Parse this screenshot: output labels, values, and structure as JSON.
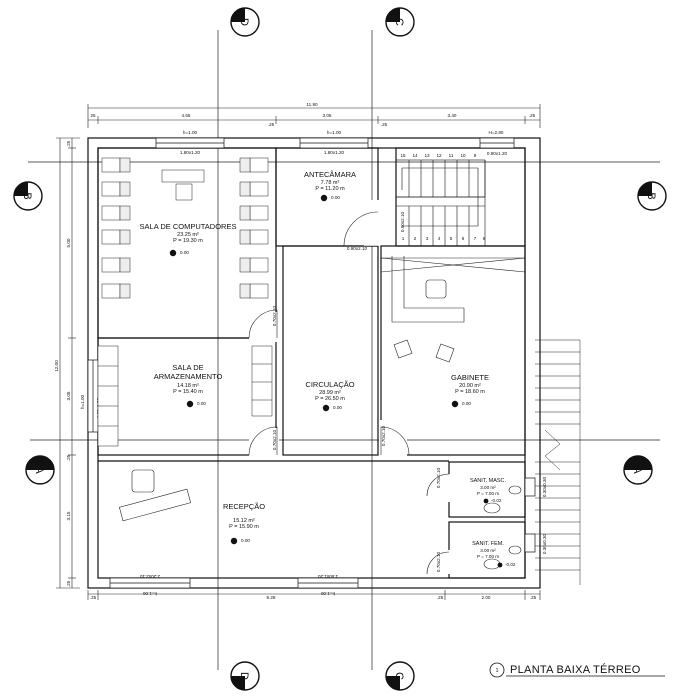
{
  "dimensions": {
    "total_width": "11.90",
    "top_segments": [
      "4.65",
      "3.05",
      "3.40"
    ],
    "top_edges": [
      "25",
      ".25",
      ".25",
      ".25"
    ],
    "left_height": "12.00",
    "left_segments": [
      "5.00",
      "3.05",
      "3.15"
    ],
    "left_edges": [
      ".25",
      ".25",
      ".25"
    ],
    "bottom_segments": [
      "9.28",
      "2.00"
    ],
    "bottom_edges": [
      ".25",
      ".25",
      ".25"
    ]
  },
  "openings": {
    "h_top_1": "h=1.00",
    "h_top_2": "h=1.00",
    "h_stair": "H=2.80",
    "win_comp": "1.80x1.20",
    "win_ante": "1.80x1.20",
    "win_stair": "0.90x1.20",
    "door_ante": "0.90x2.10",
    "door_stair": "0.90x2.10",
    "door_comp": "0.70x2.10",
    "door_arm": "0.70x2.10",
    "door_gab": "0.70x2.10",
    "door_san1": "0.70x2.10",
    "door_san2": "0.70x2.10",
    "win_arm": "1.00x1.20",
    "h_arm": "h=1.00",
    "win_recep_bottom": "2.20x2.10",
    "h_recep_bottom": "h=1.00",
    "door_recep_bottom": "1.50x1.20",
    "h_door_recep_bottom": "h=1.00",
    "san_w": "0.30x0.30",
    "san_w2": "0.30x0.30"
  },
  "rooms": [
    {
      "key": "comp",
      "name": "SALA DE COMPUTADORES",
      "area": "23.25 m²",
      "perimeter": "P  =  19.30  m",
      "level": "0.00"
    },
    {
      "key": "ante",
      "name": "ANTECÂMARA",
      "area": "7.78 m²",
      "perimeter": "P  =  11.20  m",
      "level": "0.00"
    },
    {
      "key": "arm1",
      "name": "SALA DE",
      "name2": "ARMAZENAMENTO",
      "area": "14.18 m²",
      "perimeter": "P  =  15.40  m",
      "level": "0.00"
    },
    {
      "key": "circ",
      "name": "CIRCULAÇÃO",
      "area": "28.99 m²",
      "perimeter": "P  =  26.50  m",
      "level": "0.00"
    },
    {
      "key": "gab",
      "name": "GABINETE",
      "area": "20.90 m²",
      "perimeter": "P  =  18.60  m",
      "level": "0.00"
    },
    {
      "key": "recep",
      "name": "RECEPÇÃO",
      "area": "15.12 m²",
      "perimeter": "P  =  15.90  m",
      "level": "0.00"
    },
    {
      "key": "masc",
      "name": "SANIT. MASC.",
      "area": "3.00 m²",
      "perimeter": "P  =  7.00  m",
      "level": "-0.02"
    },
    {
      "key": "fem",
      "name": "SANIT. FEM.",
      "area": "3.00 m²",
      "perimeter": "P  =  7.00  m",
      "level": "-0.02"
    }
  ],
  "stair_steps_top": [
    "15",
    "14",
    "13",
    "12",
    "11",
    "10",
    "9"
  ],
  "stair_steps_bottom": [
    "1",
    "2",
    "3",
    "4",
    "5",
    "6",
    "7",
    "8"
  ],
  "section_markers": {
    "top_left": "D",
    "top_right": "C",
    "left": "B",
    "right": "B",
    "left_a": "A",
    "right_a": "A",
    "bottom_left": "D",
    "bottom_right": "C"
  },
  "sheet": {
    "number": "1",
    "title": "PLANTA BAIXA TÉRREO"
  }
}
